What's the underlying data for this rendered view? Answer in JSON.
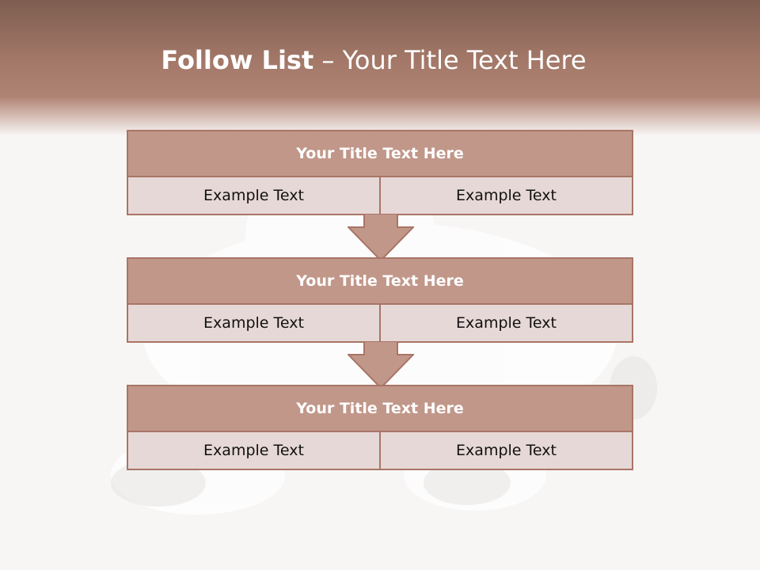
{
  "slide": {
    "title_strong": "Follow List",
    "title_rest": "– Your Title Text Here"
  },
  "blocks": [
    {
      "title": "Your Title Text Here",
      "left": "Example Text",
      "right": "Example Text"
    },
    {
      "title": "Your Title Text Here",
      "left": "Example Text",
      "right": "Example Text"
    },
    {
      "title": "Your Title Text Here",
      "left": "Example Text",
      "right": "Example Text"
    }
  ],
  "colors": {
    "header": "#a37868",
    "block_border": "#a87566",
    "block_head": "#c1978a",
    "block_body": "#e6d8d6"
  }
}
